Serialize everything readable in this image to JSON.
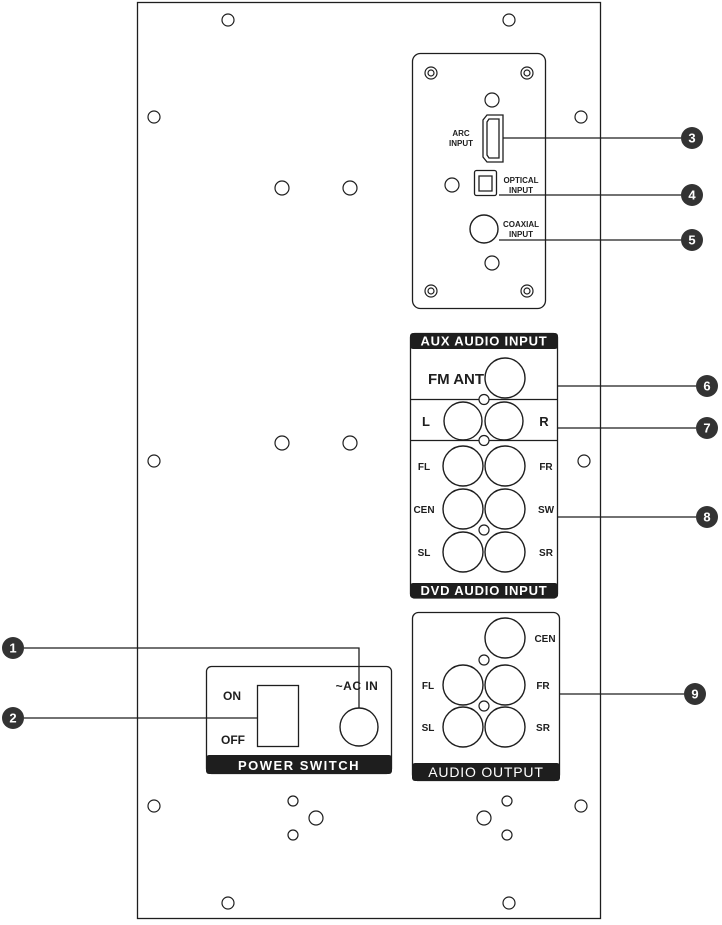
{
  "colors": {
    "ink": "#1e1e1e",
    "callout": "#333333",
    "background": "#ffffff"
  },
  "digital_inputs": {
    "arc": {
      "line1": "ARC",
      "line2": "INPUT"
    },
    "optical": {
      "line1": "OPTICAL",
      "line2": "INPUT"
    },
    "coaxial": {
      "line1": "COAXIAL",
      "line2": "INPUT"
    }
  },
  "aux_audio_input": {
    "title": "AUX AUDIO INPUT",
    "fm_ant": "FM ANT",
    "left": "L",
    "right": "R"
  },
  "dvd_audio_input": {
    "title": "DVD AUDIO INPUT",
    "fl": "FL",
    "fr": "FR",
    "cen": "CEN",
    "sw": "SW",
    "sl": "SL",
    "sr": "SR"
  },
  "audio_output": {
    "title": "AUDIO OUTPUT",
    "cen": "CEN",
    "fl": "FL",
    "fr": "FR",
    "sl": "SL",
    "sr": "SR"
  },
  "power_switch": {
    "title": "POWER SWITCH",
    "on": "ON",
    "off": "OFF",
    "ac_in": "~AC IN"
  },
  "callouts": [
    "1",
    "2",
    "3",
    "4",
    "5",
    "6",
    "7",
    "8",
    "9"
  ]
}
